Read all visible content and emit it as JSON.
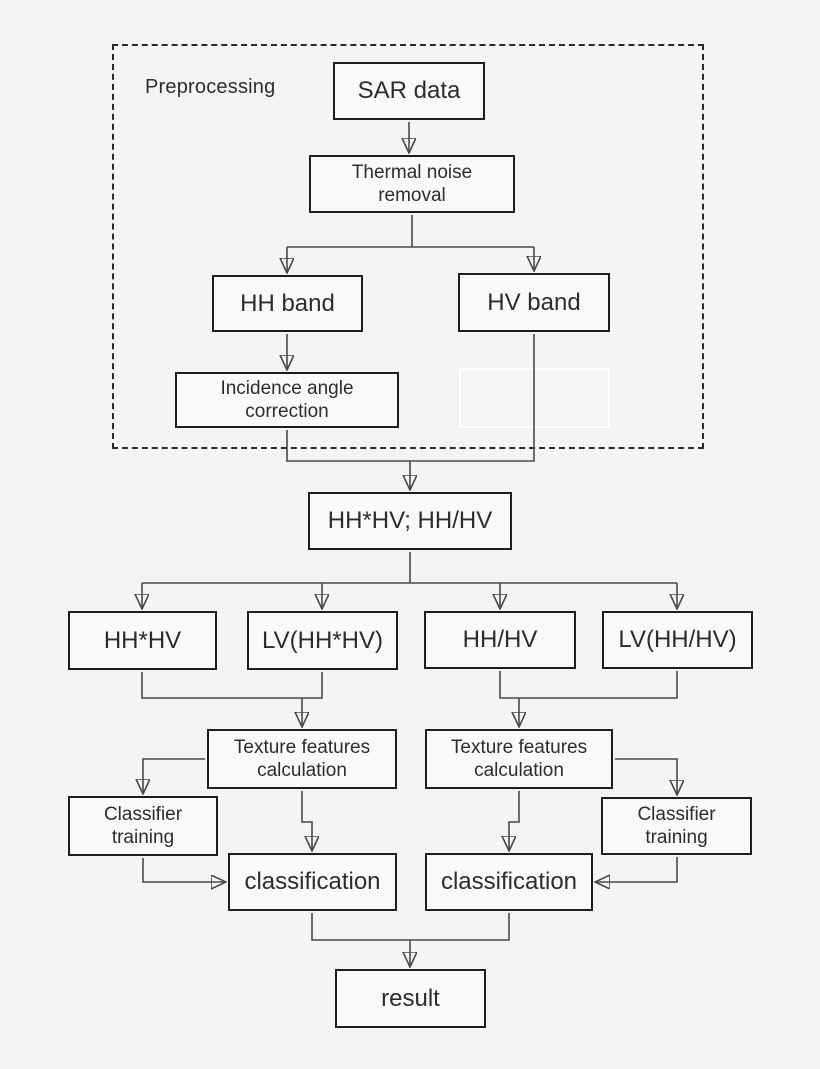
{
  "diagram": {
    "kind": "flowchart",
    "colors": {
      "background": "#f4f4f4",
      "box_fill": "#f9f9f9",
      "box_border": "#1d1d1d",
      "text": "#2d2d2d",
      "connector": "#4a4a4a",
      "ghost_box_border": "#ffffff"
    },
    "preprocessing": {
      "label": "Preprocessing"
    },
    "nodes": {
      "sar_data": "SAR data",
      "thermal_noise_removal": "Thermal noise\nremoval",
      "hh_band": "HH band",
      "hv_band": "HV band",
      "incidence_angle_correction": "Incidence angle\ncorrection",
      "combined_products": "HH*HV; HH/HV",
      "hh_times_hv": "HH*HV",
      "lv_hh_times_hv": "LV(HH*HV)",
      "hh_over_hv": "HH/HV",
      "lv_hh_over_hv": "LV(HH/HV)",
      "texture_features_left": "Texture features\ncalculation",
      "texture_features_right": "Texture features\ncalculation",
      "classifier_training_left": "Classifier\ntraining",
      "classifier_training_right": "Classifier\ntraining",
      "classification_left": "classification",
      "classification_right": "classification",
      "result": "result"
    }
  }
}
